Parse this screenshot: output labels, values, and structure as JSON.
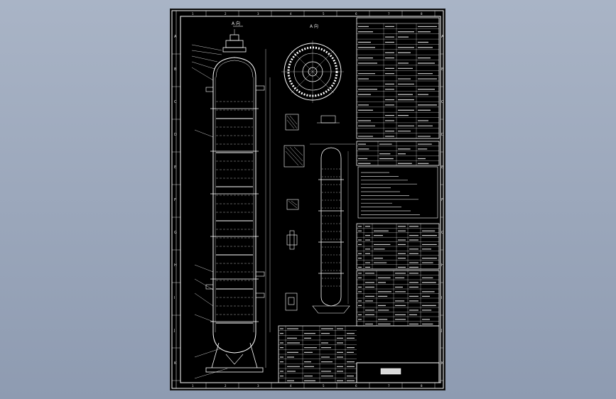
{
  "drawing": {
    "view_a_label": "A 向",
    "view_b_label": "A 向",
    "zone_letters": [
      "A",
      "B",
      "C",
      "D",
      "E",
      "F",
      "G",
      "H",
      "I",
      "J",
      "K"
    ],
    "column_numbers": [
      "1",
      "2",
      "3",
      "4",
      "5",
      "6",
      "7",
      "8"
    ]
  },
  "colors": {
    "background": "#8e9bb1",
    "sheet": "#000000",
    "lines": "#ffffff",
    "accent": "#ffff66"
  }
}
